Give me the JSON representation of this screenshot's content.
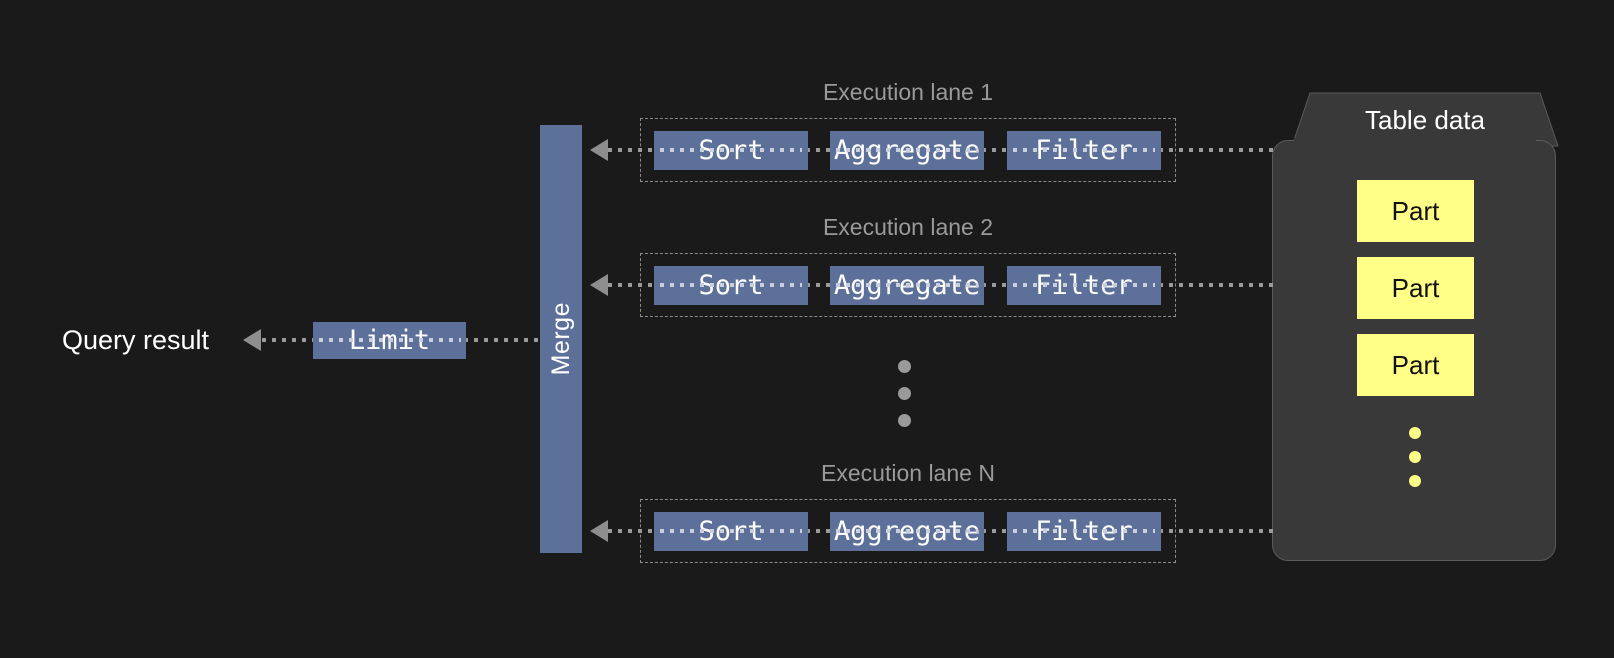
{
  "diagram": {
    "title": "Parallel query execution pipeline",
    "background_color": "#1a1a1a",
    "accent_color": "#5d7099",
    "part_color": "#ffff88",
    "container_color": "#393939",
    "line_color": "#9a9a9a"
  },
  "output": {
    "query_result_label": "Query result",
    "limit_label": "Limit"
  },
  "merge": {
    "label": "Merge"
  },
  "lanes": [
    {
      "label": "Execution lane 1",
      "operators": [
        {
          "label": "Sort"
        },
        {
          "label": "Aggregate"
        },
        {
          "label": "Filter"
        }
      ]
    },
    {
      "label": "Execution lane 2",
      "operators": [
        {
          "label": "Sort"
        },
        {
          "label": "Aggregate"
        },
        {
          "label": "Filter"
        }
      ]
    },
    {
      "label": "Execution lane N",
      "operators": [
        {
          "label": "Sort"
        },
        {
          "label": "Aggregate"
        },
        {
          "label": "Filter"
        }
      ]
    }
  ],
  "lane_ellipsis": {
    "dot_count": 3,
    "color": "#9a9a9a"
  },
  "table_data": {
    "title": "Table data",
    "parts": [
      {
        "label": "Part"
      },
      {
        "label": "Part"
      },
      {
        "label": "Part"
      }
    ],
    "ellipsis": {
      "dot_count": 3,
      "color": "#ffff88"
    }
  }
}
